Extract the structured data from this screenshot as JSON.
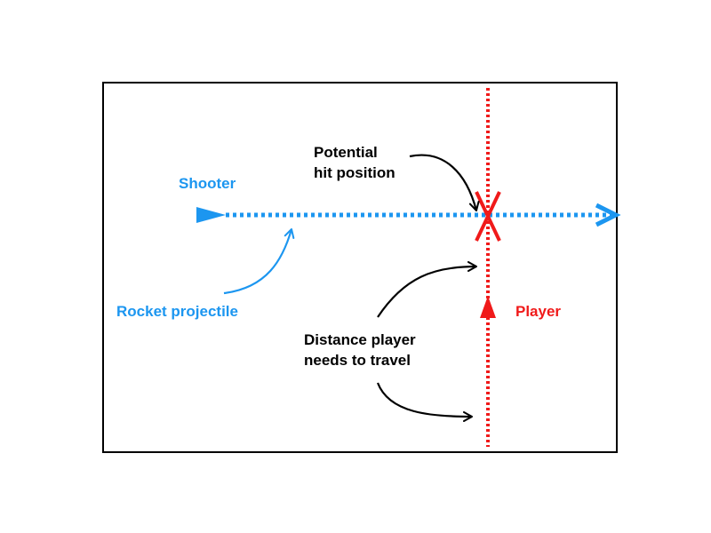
{
  "labels": {
    "shooter": "Shooter",
    "rocket_projectile": "Rocket projectile",
    "player": "Player",
    "potential_hit": [
      "Potential",
      "hit position"
    ],
    "distance_player": [
      "Distance player",
      "needs to travel"
    ]
  },
  "colors": {
    "shooter_blue": "#1c96f0",
    "player_red": "#f01a1a",
    "annotation_black": "#000000",
    "frame": "#000000"
  }
}
